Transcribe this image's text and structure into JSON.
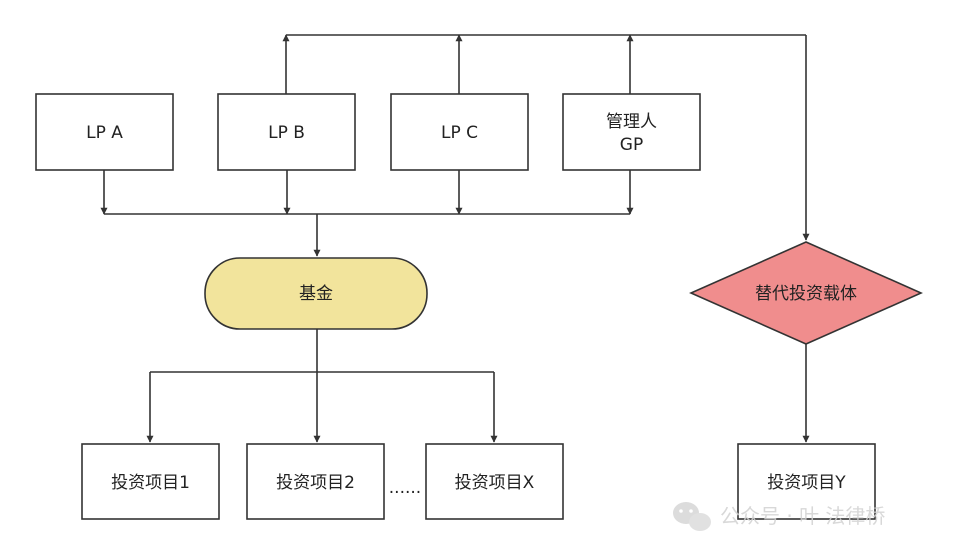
{
  "nodes": {
    "lp_a": "LP A",
    "lp_b": "LP B",
    "lp_c": "LP C",
    "gp_line1": "管理人",
    "gp_line2": "GP",
    "fund": "基金",
    "alt_vehicle": "替代投资载体",
    "project_1": "投资项目1",
    "project_2": "投资项目2",
    "ellipsis": "......",
    "project_x": "投资项目X",
    "project_y": "投资项目Y"
  },
  "colors": {
    "fund_fill": "#f2e49c",
    "fund_stroke": "#333333",
    "alt_vehicle_fill": "#f08d8d",
    "alt_vehicle_stroke": "#333333",
    "line": "#333333"
  },
  "watermark": {
    "icon": "wechat-icon",
    "text": "公众号 · 叶 法律桥"
  }
}
